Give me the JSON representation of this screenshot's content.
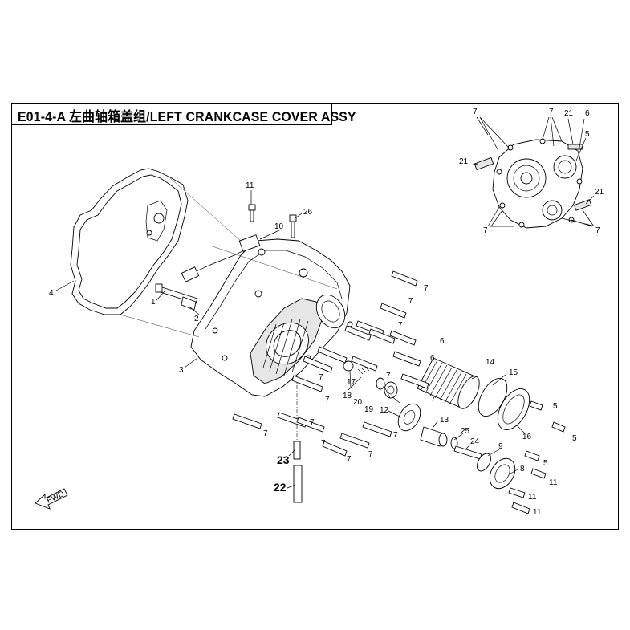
{
  "title": "E01-4-A 左曲轴箱盖组/LEFT CRANKCASE COVER ASSY",
  "fwd_label": "FWD",
  "callouts": [
    {
      "id": "c11a",
      "text": "11"
    },
    {
      "id": "c26",
      "text": "26"
    },
    {
      "id": "c10",
      "text": "10"
    },
    {
      "id": "c4",
      "text": "4"
    },
    {
      "id": "c1",
      "text": "1"
    },
    {
      "id": "c2",
      "text": "2"
    },
    {
      "id": "c3",
      "text": "3"
    },
    {
      "id": "c7a",
      "text": "7"
    },
    {
      "id": "c7b",
      "text": "7"
    },
    {
      "id": "c7c",
      "text": "7"
    },
    {
      "id": "c6a",
      "text": "6"
    },
    {
      "id": "c6b",
      "text": "6"
    },
    {
      "id": "c14",
      "text": "14"
    },
    {
      "id": "c15",
      "text": "15"
    },
    {
      "id": "c7d",
      "text": "7"
    },
    {
      "id": "c17",
      "text": "17"
    },
    {
      "id": "c18",
      "text": "18"
    },
    {
      "id": "c20",
      "text": "20"
    },
    {
      "id": "c19",
      "text": "19"
    },
    {
      "id": "c7e",
      "text": "7"
    },
    {
      "id": "c7f",
      "text": "7"
    },
    {
      "id": "c12",
      "text": "12"
    },
    {
      "id": "c7g",
      "text": "7"
    },
    {
      "id": "c5a",
      "text": "5"
    },
    {
      "id": "c5b",
      "text": "5"
    },
    {
      "id": "c13",
      "text": "13"
    },
    {
      "id": "c16",
      "text": "16"
    },
    {
      "id": "c7h",
      "text": "7"
    },
    {
      "id": "c7i",
      "text": "7"
    },
    {
      "id": "c7j",
      "text": "7"
    },
    {
      "id": "c7k",
      "text": "7"
    },
    {
      "id": "c25",
      "text": "25"
    },
    {
      "id": "c24",
      "text": "24"
    },
    {
      "id": "c9",
      "text": "9"
    },
    {
      "id": "c5c",
      "text": "5"
    },
    {
      "id": "c7l",
      "text": "7"
    },
    {
      "id": "c7m",
      "text": "7"
    },
    {
      "id": "c8",
      "text": "8"
    },
    {
      "id": "c11b",
      "text": "11"
    },
    {
      "id": "c11c",
      "text": "11"
    },
    {
      "id": "c11d",
      "text": "11"
    }
  ],
  "callouts_big": [
    {
      "id": "c23",
      "text": "23"
    },
    {
      "id": "c22",
      "text": "22"
    }
  ],
  "inset_callouts": [
    {
      "id": "i7a",
      "text": "7"
    },
    {
      "id": "i7b",
      "text": "7"
    },
    {
      "id": "i21a",
      "text": "21"
    },
    {
      "id": "i6",
      "text": "6"
    },
    {
      "id": "i5",
      "text": "5"
    },
    {
      "id": "i21b",
      "text": "21"
    },
    {
      "id": "i21c",
      "text": "21"
    },
    {
      "id": "i7c",
      "text": "7"
    },
    {
      "id": "i7d",
      "text": "7"
    }
  ]
}
